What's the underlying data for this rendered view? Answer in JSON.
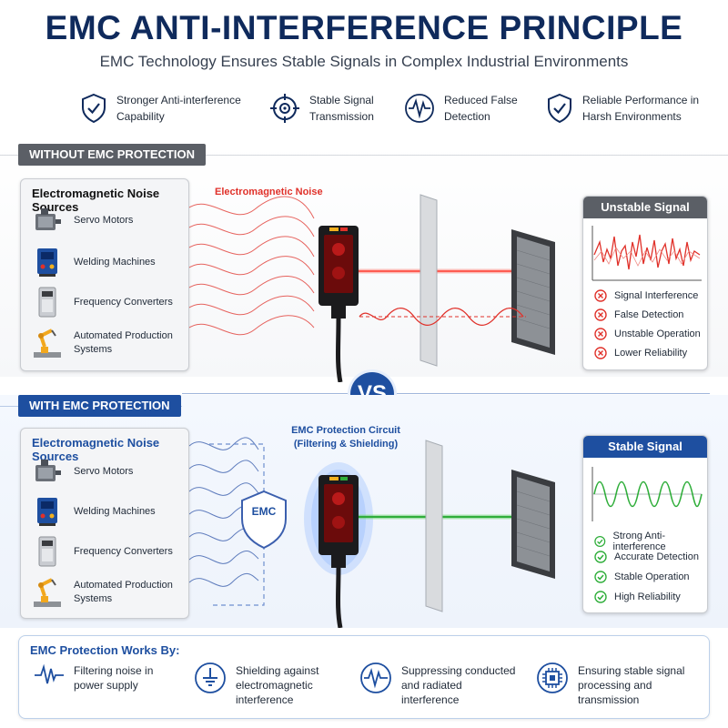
{
  "header": {
    "title": "EMC ANTI-INTERFERENCE PRINCIPLE",
    "subtitle": "EMC Technology Ensures Stable Signals in Complex Industrial Environments"
  },
  "features": [
    {
      "icon": "shield-check-icon",
      "text": "Stronger Anti-interference\nCapability"
    },
    {
      "icon": "target-icon",
      "text": "Stable Signal\nTransmission"
    },
    {
      "icon": "waveform-icon",
      "text": "Reduced False\nDetection"
    },
    {
      "icon": "shield-check-icon",
      "text": "Reliable Performance in\nHarsh Environments"
    }
  ],
  "without": {
    "tag": "WITHOUT EMC PROTECTION",
    "sources_title": "Electromagnetic Noise Sources",
    "noise_label": "Electromagnetic Noise",
    "sources": [
      "Servo Motors",
      "Welding Machines",
      "Frequency Converters",
      "Automated Production\nSystems"
    ],
    "signal_title": "Unstable Signal",
    "signal_items": [
      "Signal Interference",
      "False Detection",
      "Unstable Operation",
      "Lower Reliability"
    ]
  },
  "vs": "VS",
  "with": {
    "tag": "WITH EMC PROTECTION",
    "sources_title": "Electromagnetic Noise Sources",
    "circuit_label": "EMC Protection Circuit\n(Filtering & Shielding)",
    "emc_badge": "EMC",
    "sources": [
      "Servo Motors",
      "Welding Machines",
      "Frequency Converters",
      "Automated Production\nSystems"
    ],
    "signal_title": "Stable Signal",
    "signal_items": [
      "Strong Anti-interference",
      "Accurate Detection",
      "Stable Operation",
      "High Reliability"
    ]
  },
  "works_by": {
    "title": "EMC Protection Works By:",
    "items": [
      {
        "icon": "waveform-icon",
        "text": "Filtering noise in\npower supply"
      },
      {
        "icon": "ground-icon",
        "text": "Shielding against\nelectromagnetic\ninterference"
      },
      {
        "icon": "waveform-icon",
        "text": "Suppressing conducted\nand radiated\ninterference"
      },
      {
        "icon": "chip-icon",
        "text": "Ensuring stable signal\nprocessing and\ntransmission"
      }
    ]
  },
  "colors": {
    "navy": "#0f2a5c",
    "accent_blue": "#1e4fa0",
    "tag_gray": "#5b5f66",
    "noise_red": "#e0312a",
    "signal_green": "#2fae3a"
  }
}
